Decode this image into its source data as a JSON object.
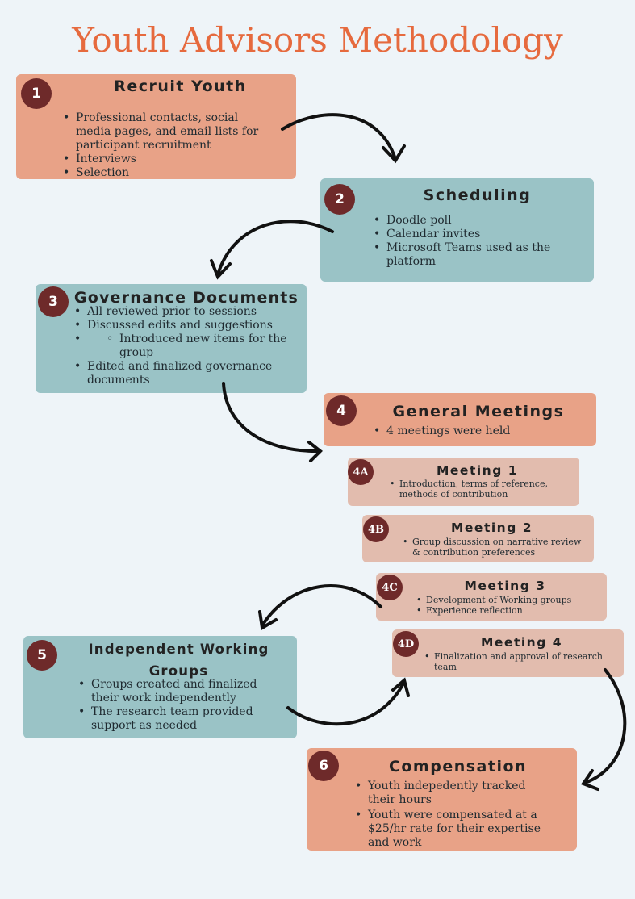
{
  "title": "Youth Advisors Methodology",
  "steps": {
    "s1": {
      "badge": "1",
      "heading": "Recruit Youth",
      "bullets": [
        "Professional contacts, social media pages, and email lists for participant recruitment",
        "Interviews",
        "Selection"
      ]
    },
    "s2": {
      "badge": "2",
      "heading": "Scheduling",
      "bullets": [
        "Doodle poll",
        "Calendar invites",
        "Microsoft Teams used as the platform"
      ]
    },
    "s3": {
      "badge": "3",
      "heading": "Governance Documents",
      "bullets": [
        "All reviewed prior to sessions",
        "Discussed edits and suggestions"
      ],
      "subbullets": [
        "Introduced new items for the group"
      ],
      "bullets_after": [
        "Edited and finalized governance documents"
      ]
    },
    "s4": {
      "badge": "4",
      "heading": "General Meetings",
      "bullets": [
        "4 meetings were held"
      ]
    },
    "s4a": {
      "badge": "4A",
      "heading": "Meeting 1",
      "bullets": [
        "Introduction, terms of reference, methods of contribution"
      ]
    },
    "s4b": {
      "badge": "4B",
      "heading": "Meeting 2",
      "bullets": [
        "Group discussion on narrative review & contribution preferences"
      ]
    },
    "s4c": {
      "badge": "4C",
      "heading": "Meeting 3",
      "bullets": [
        "Development of Working groups",
        "Experience reflection"
      ]
    },
    "s4d": {
      "badge": "4D",
      "heading": "Meeting 4",
      "bullets": [
        "Finalization and approval of research team"
      ]
    },
    "s5": {
      "badge": "5",
      "heading": "Independent Working Groups",
      "bullets": [
        "Groups created and finalized their work independently",
        "The research team provided support as needed"
      ]
    },
    "s6": {
      "badge": "6",
      "heading": "Compensation",
      "bullets": [
        "Youth indepedently tracked their hours",
        "Youth were compensated at a $25/hr rate for their expertise and work"
      ]
    }
  },
  "colors": {
    "title": "#e66a3e",
    "orange_box": "#e8a287",
    "teal_box": "#9ac3c6",
    "pink_box": "#e2bcae",
    "badge": "#6e2a2a"
  }
}
